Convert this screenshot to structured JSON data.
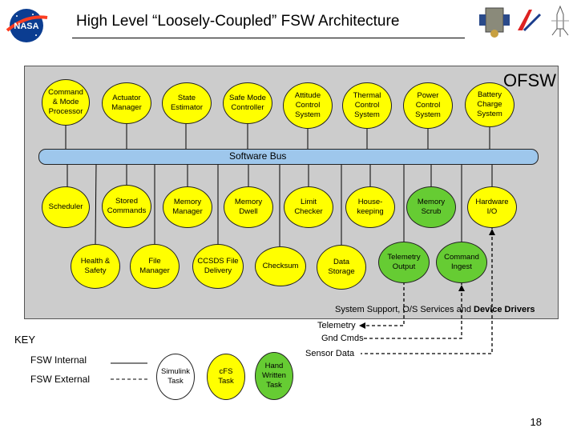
{
  "title": "High Level “Loosely-Coupled” FSW Architecture",
  "logo_left": {
    "text": "NASA"
  },
  "panel_label": "OFSW",
  "bus_label": "Software Bus",
  "top_row": [
    {
      "label": "Command\n& Mode\nProcessor",
      "color": "yellow"
    },
    {
      "label": "Actuator\nManager",
      "color": "yellow"
    },
    {
      "label": "State\nEstimator",
      "color": "yellow"
    },
    {
      "label": "Safe Mode\nController",
      "color": "yellow"
    },
    {
      "label": "Attitude\nControl\nSystem",
      "color": "yellow"
    },
    {
      "label": "Thermal\nControl\nSystem",
      "color": "yellow"
    },
    {
      "label": "Power\nControl\nSystem",
      "color": "yellow"
    },
    {
      "label": "Battery\nCharge\nSystem",
      "color": "yellow"
    }
  ],
  "middle_row": [
    {
      "label": "Scheduler",
      "color": "yellow"
    },
    {
      "label": "Stored\nCommands",
      "color": "yellow"
    },
    {
      "label": "Memory\nManager",
      "color": "yellow"
    },
    {
      "label": "Memory\nDwell",
      "color": "yellow"
    },
    {
      "label": "Limit\nChecker",
      "color": "yellow"
    },
    {
      "label": "House-\nkeeping",
      "color": "yellow"
    },
    {
      "label": "Memory\nScrub",
      "color": "green"
    },
    {
      "label": "Hardware\nI/O",
      "color": "yellow"
    }
  ],
  "bottom_row": [
    {
      "label": "Health &\nSafety",
      "color": "yellow"
    },
    {
      "label": "File\nManager",
      "color": "yellow"
    },
    {
      "label": "CCSDS File\nDelivery",
      "color": "yellow"
    },
    {
      "label": "Checksum",
      "color": "yellow"
    },
    {
      "label": "Data\nStorage",
      "color": "yellow"
    },
    {
      "label": "Telemetry\nOutput",
      "color": "green"
    },
    {
      "label": "Command\nIngest",
      "color": "green"
    }
  ],
  "support_label_plain": "System Support, O/S Services and ",
  "support_label_bold": "Device Drivers",
  "external_labels": {
    "telemetry": "Telemetry",
    "gnd_cmds": "Gnd Cmds",
    "sensor_data": "Sensor Data"
  },
  "key": {
    "title": "KEY",
    "internal": "FSW Internal",
    "external": "FSW External",
    "simulink": "Simulink\nTask",
    "cfs": "cFS\nTask",
    "hand": "Hand\nWritten\nTask"
  },
  "page_number": "18",
  "colors": {
    "yellow": "#ffff00",
    "green": "#66cc33",
    "bus": "#9ec7ec",
    "panel": "#cccccc"
  }
}
